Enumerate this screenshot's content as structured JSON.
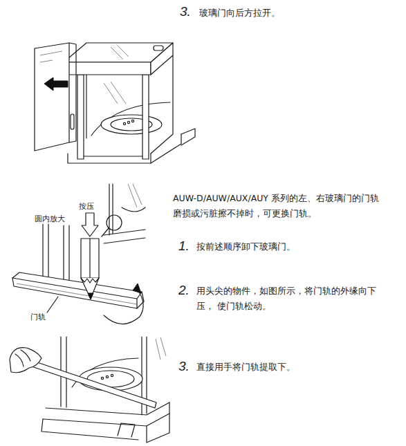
{
  "diagram": {
    "labels": [
      "3.",
      "玻璃门向后方拉开。",
      "按压",
      "圆内放大",
      "AUW-D/AUW/AUX/AUY 系列的左、右玻璃门的门轨 磨损或污脏擦不掉时，可更换门轨。",
      "1.",
      "按前述顺序卸下玻璃门。",
      "2.",
      "用头尖的物件，如图所示，将门轨的外缘向下压， 使门轨松动。",
      "门轨",
      "3.",
      "直接用手将门轨提取下。"
    ]
  }
}
